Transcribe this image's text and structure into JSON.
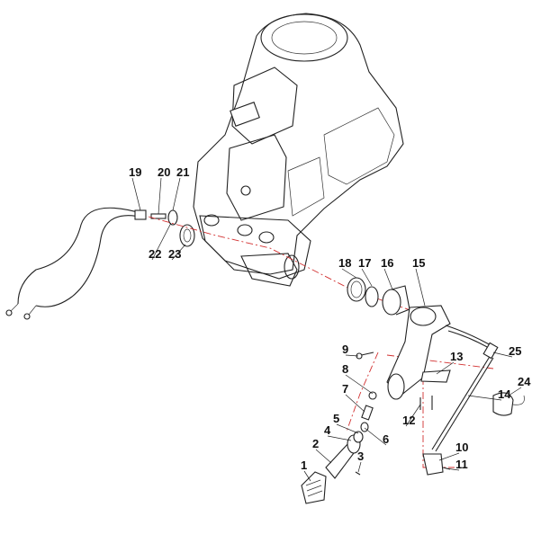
{
  "diagram": {
    "title": "Tiller handle / steering exploded view",
    "part_numbers": [
      "1",
      "2",
      "3",
      "4",
      "5",
      "6",
      "7",
      "8",
      "9",
      "10",
      "11",
      "12",
      "13",
      "14",
      "15",
      "16",
      "17",
      "18",
      "19",
      "20",
      "21",
      "22",
      "23",
      "24",
      "25"
    ],
    "colors": {
      "line": "#222222",
      "centerline": "#d23030"
    }
  }
}
